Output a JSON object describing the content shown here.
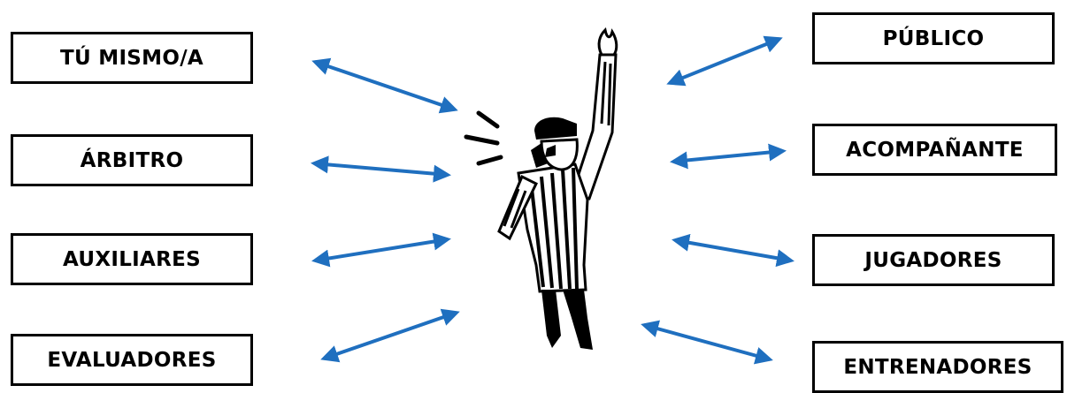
{
  "left_boxes": [
    {
      "label": "TÚ MISMO/A"
    },
    {
      "label": "ÁRBITRO"
    },
    {
      "label": "AUXILIARES"
    },
    {
      "label": "EVALUADORES"
    }
  ],
  "right_boxes": [
    {
      "label": "PÚBLICO"
    },
    {
      "label": "ACOMPAÑANTE"
    },
    {
      "label": "JUGADORES"
    },
    {
      "label": "ENTRENADORES"
    }
  ],
  "center_icon": "referee-whistle-icon",
  "colors": {
    "arrow": "#1f6fbf",
    "border": "#000000",
    "text": "#000000"
  }
}
